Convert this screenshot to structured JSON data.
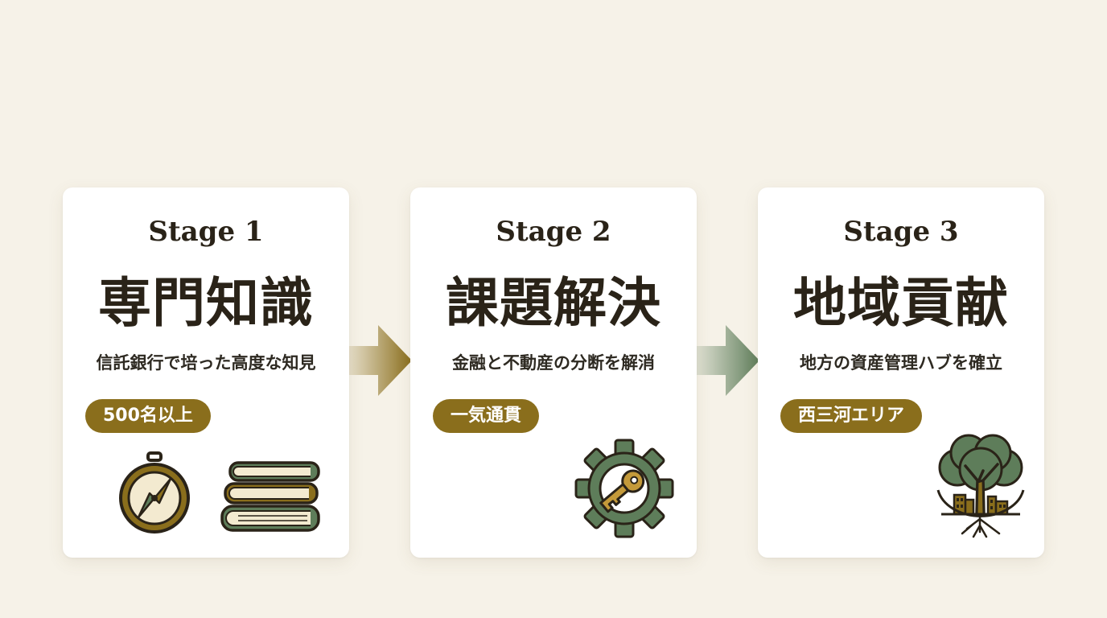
{
  "stages": [
    {
      "label": "Stage 1",
      "title": "専門知識",
      "description": "信託銀行で培った高度な知見",
      "badge": "500名以上",
      "icons": [
        "compass-icon",
        "books-icon"
      ]
    },
    {
      "label": "Stage 2",
      "title": "課題解決",
      "description": "金融と不動産の分断を解消",
      "badge": "一気通貫",
      "icons": [
        "gear-key-icon"
      ]
    },
    {
      "label": "Stage 3",
      "title": "地域貢献",
      "description": "地方の資産管理ハブを確立",
      "badge": "西三河エリア",
      "icons": [
        "tree-city-icon"
      ]
    }
  ],
  "colors": {
    "background": "#f6f2e8",
    "card": "#ffffff",
    "gold": "#8a6e1c",
    "green": "#5e7d5a",
    "text": "#2a2318"
  }
}
